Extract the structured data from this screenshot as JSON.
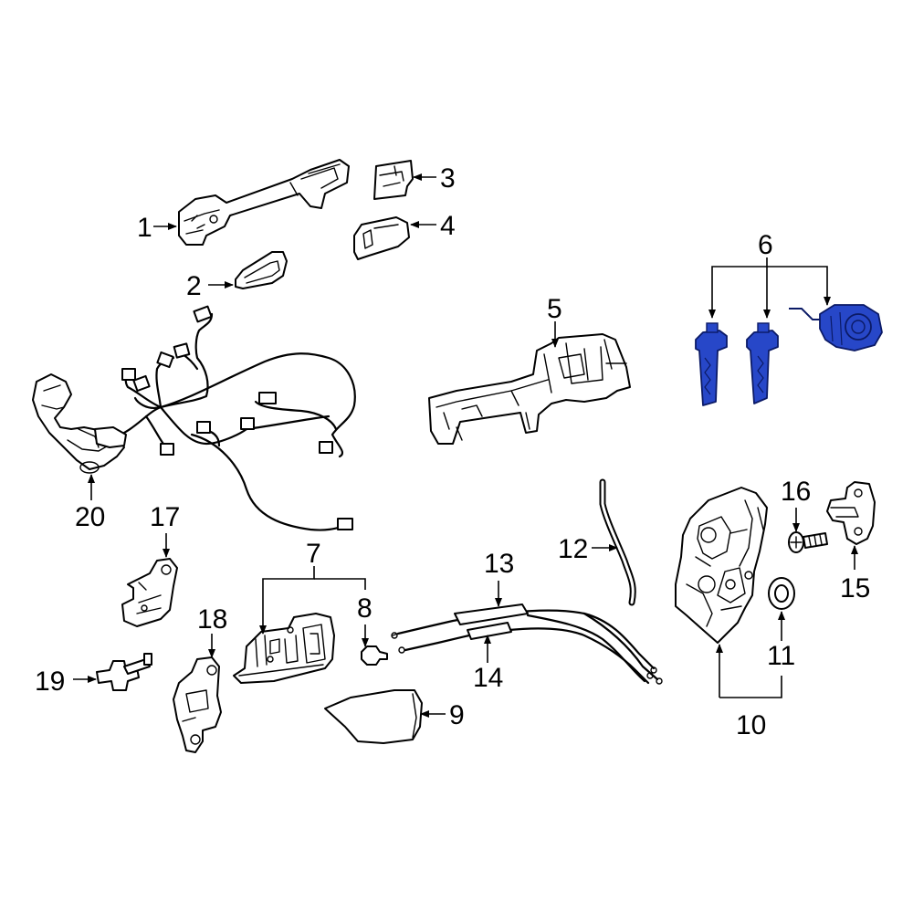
{
  "callouts": [
    {
      "id": "c1",
      "label": "1"
    },
    {
      "id": "c2",
      "label": "2"
    },
    {
      "id": "c3",
      "label": "3"
    },
    {
      "id": "c4",
      "label": "4"
    },
    {
      "id": "c5",
      "label": "5"
    },
    {
      "id": "c6",
      "label": "6"
    },
    {
      "id": "c7",
      "label": "7"
    },
    {
      "id": "c8",
      "label": "8"
    },
    {
      "id": "c9",
      "label": "9"
    },
    {
      "id": "c10",
      "label": "10"
    },
    {
      "id": "c11",
      "label": "11"
    },
    {
      "id": "c12",
      "label": "12"
    },
    {
      "id": "c13",
      "label": "13"
    },
    {
      "id": "c14",
      "label": "14"
    },
    {
      "id": "c15",
      "label": "15"
    },
    {
      "id": "c16",
      "label": "16"
    },
    {
      "id": "c17",
      "label": "17"
    },
    {
      "id": "c18",
      "label": "18"
    },
    {
      "id": "c19",
      "label": "19"
    },
    {
      "id": "c20",
      "label": "20"
    }
  ],
  "colors": {
    "line": "#000000",
    "background": "#ffffff",
    "highlight": "#2747c8"
  },
  "highlighted_callout": "6"
}
